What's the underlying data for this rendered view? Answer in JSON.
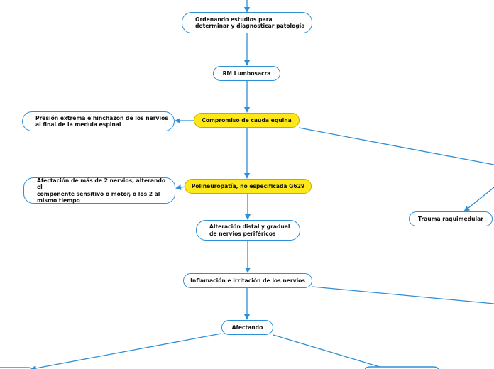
{
  "nodes": {
    "ordenando": "Ordenando estudios para\ndeterminar y diagnosticar patología",
    "rm": "RM Lumbosacra",
    "presion": "Presión extrema e hinchazon de los nervios\nal final de la medula espinal",
    "cauda": "Compromiso de cauda equina",
    "afectacion": "Afectación de más de 2 nervios, alterando el\ncomponente sensitivo o motor, o los 2 al\nmismo tiempo",
    "polineuropatia": "Polineuropatía, no especificada G629",
    "trauma": "Trauma raquimedular",
    "alteracion": "Alteración distal y gradual\nde nervios periféricos",
    "inflamacion": "Inflamación e irritación de los nervios",
    "afectando": "Afectando"
  },
  "colors": {
    "connector": "#2e8fd6",
    "highlight": "#ffe81a",
    "border": "#2e8fd6"
  }
}
